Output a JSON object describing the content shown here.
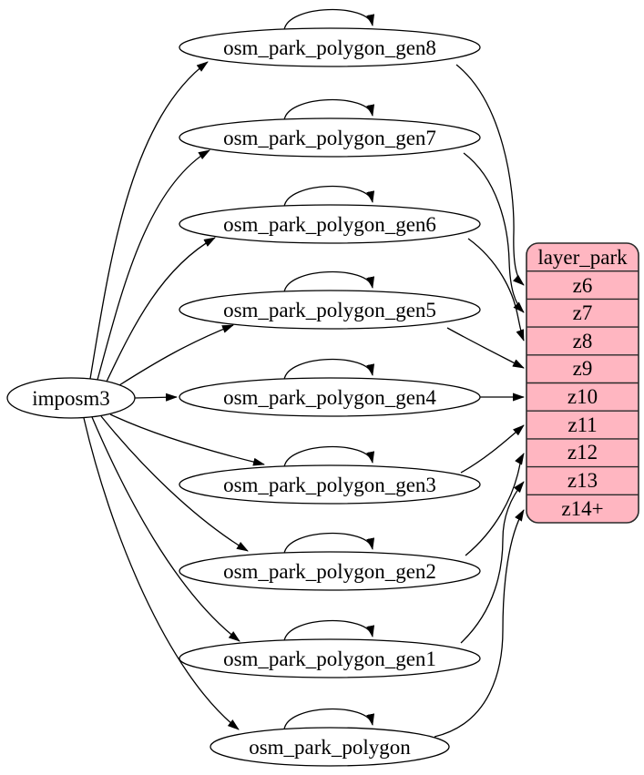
{
  "diagram": {
    "type": "graphviz-etl-graph",
    "source": {
      "label": "imposm3"
    },
    "tables": [
      {
        "label": "osm_park_polygon_gen8"
      },
      {
        "label": "osm_park_polygon_gen7"
      },
      {
        "label": "osm_park_polygon_gen6"
      },
      {
        "label": "osm_park_polygon_gen5"
      },
      {
        "label": "osm_park_polygon_gen4"
      },
      {
        "label": "osm_park_polygon_gen3"
      },
      {
        "label": "osm_park_polygon_gen2"
      },
      {
        "label": "osm_park_polygon_gen1"
      },
      {
        "label": "osm_park_polygon"
      }
    ],
    "layer": {
      "title": "layer_park",
      "rows": [
        "z6",
        "z7",
        "z8",
        "z9",
        "z10",
        "z11",
        "z12",
        "z13",
        "z14+"
      ]
    },
    "edges": [
      {
        "from": "imposm3",
        "to": "osm_park_polygon_gen8"
      },
      {
        "from": "imposm3",
        "to": "osm_park_polygon_gen7"
      },
      {
        "from": "imposm3",
        "to": "osm_park_polygon_gen6"
      },
      {
        "from": "imposm3",
        "to": "osm_park_polygon_gen5"
      },
      {
        "from": "imposm3",
        "to": "osm_park_polygon_gen4"
      },
      {
        "from": "imposm3",
        "to": "osm_park_polygon_gen3"
      },
      {
        "from": "imposm3",
        "to": "osm_park_polygon_gen2"
      },
      {
        "from": "imposm3",
        "to": "osm_park_polygon_gen1"
      },
      {
        "from": "imposm3",
        "to": "osm_park_polygon"
      },
      {
        "from": "osm_park_polygon_gen8",
        "to": "osm_park_polygon_gen8",
        "type": "self-loop"
      },
      {
        "from": "osm_park_polygon_gen7",
        "to": "osm_park_polygon_gen7",
        "type": "self-loop"
      },
      {
        "from": "osm_park_polygon_gen6",
        "to": "osm_park_polygon_gen6",
        "type": "self-loop"
      },
      {
        "from": "osm_park_polygon_gen5",
        "to": "osm_park_polygon_gen5",
        "type": "self-loop"
      },
      {
        "from": "osm_park_polygon_gen4",
        "to": "osm_park_polygon_gen4",
        "type": "self-loop"
      },
      {
        "from": "osm_park_polygon_gen3",
        "to": "osm_park_polygon_gen3",
        "type": "self-loop"
      },
      {
        "from": "osm_park_polygon_gen2",
        "to": "osm_park_polygon_gen2",
        "type": "self-loop"
      },
      {
        "from": "osm_park_polygon_gen1",
        "to": "osm_park_polygon_gen1",
        "type": "self-loop"
      },
      {
        "from": "osm_park_polygon",
        "to": "osm_park_polygon",
        "type": "self-loop"
      },
      {
        "from": "osm_park_polygon_gen8",
        "to": "layer_park",
        "port": "z6"
      },
      {
        "from": "osm_park_polygon_gen7",
        "to": "layer_park",
        "port": "z7"
      },
      {
        "from": "osm_park_polygon_gen6",
        "to": "layer_park",
        "port": "z8"
      },
      {
        "from": "osm_park_polygon_gen5",
        "to": "layer_park",
        "port": "z9"
      },
      {
        "from": "osm_park_polygon_gen4",
        "to": "layer_park",
        "port": "z10"
      },
      {
        "from": "osm_park_polygon_gen3",
        "to": "layer_park",
        "port": "z11"
      },
      {
        "from": "osm_park_polygon_gen2",
        "to": "layer_park",
        "port": "z12"
      },
      {
        "from": "osm_park_polygon_gen1",
        "to": "layer_park",
        "port": "z13"
      },
      {
        "from": "osm_park_polygon",
        "to": "layer_park",
        "port": "z14+"
      }
    ],
    "colors": {
      "layer_fill": "#ffb6c1",
      "node_fill": "#ffffff",
      "stroke": "#000000",
      "background": "#ffffff"
    }
  }
}
